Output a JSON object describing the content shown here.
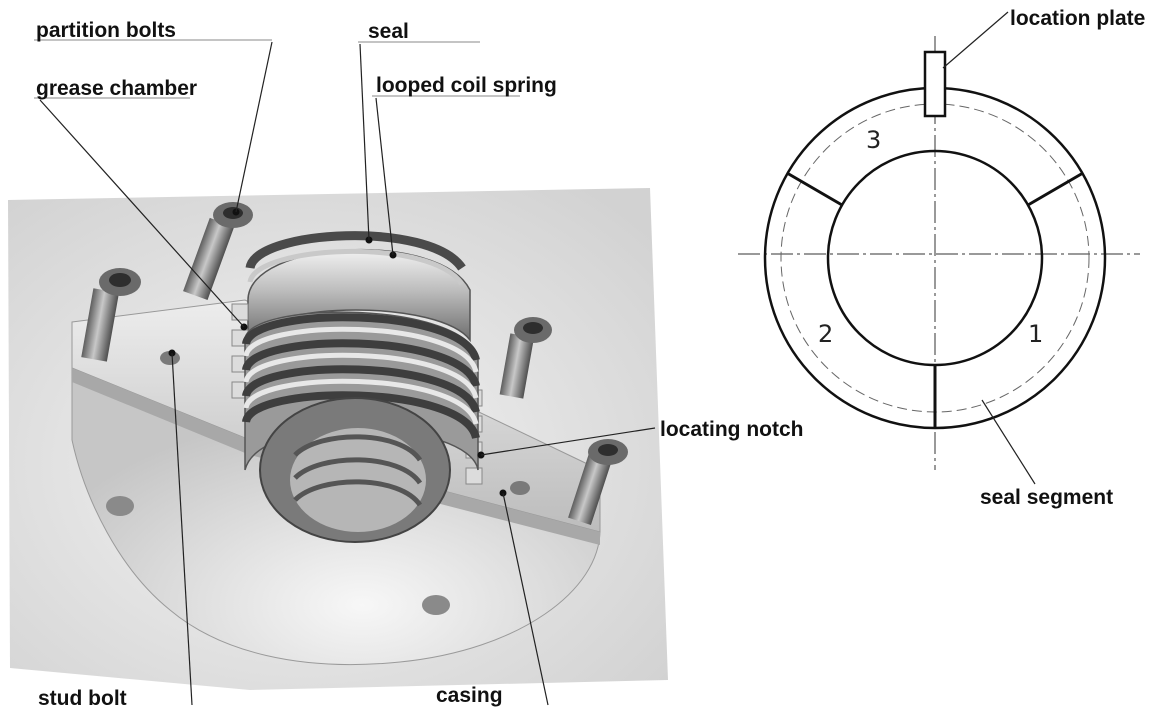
{
  "labels": {
    "partition_bolts": "partition bolts",
    "seal": "seal",
    "grease_chamber": "grease chamber",
    "looped_coil_spring": "looped coil spring",
    "locating_notch": "locating notch",
    "stud_bolt": "stud bolt",
    "casing": "casing",
    "location_plate": "location plate",
    "seal_segment": "seal segment"
  },
  "segments": [
    "1",
    "2",
    "3"
  ],
  "colors": {
    "ink": "#111111",
    "metal_light": "#e6e6e6",
    "metal_mid": "#b4b4b4",
    "metal_dark": "#6a6a6a",
    "ring_dark": "#4a4a4a"
  }
}
